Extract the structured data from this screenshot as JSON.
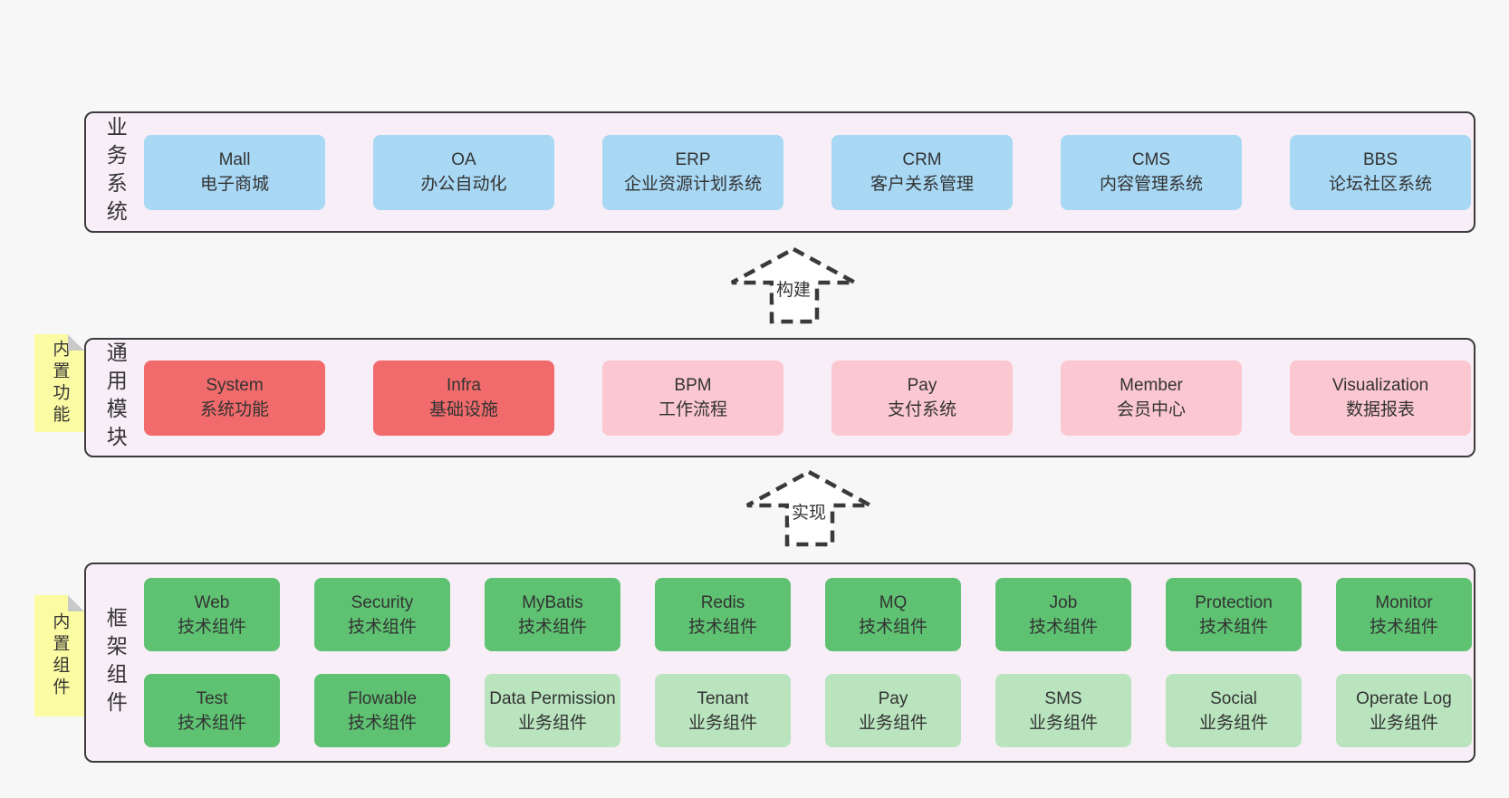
{
  "colors": {
    "page_bg": "#f7f7f7",
    "panel_bg": "#f8eef7",
    "panel_border": "#3c3c3c",
    "blue": "#a8d8f4",
    "red": "#f16b6c",
    "pink": "#fbc7d0",
    "green_dark": "#5ec272",
    "green_light": "#b9e4be",
    "yellow": "#fbfba3",
    "fold_gray": "#c9c9c9",
    "text": "#333333",
    "arrow": "#3a3a3a"
  },
  "layers": {
    "business": {
      "label": "业务系统",
      "boxes": [
        {
          "name": "Mall",
          "desc": "电子商城",
          "tone": "blue"
        },
        {
          "name": "OA",
          "desc": "办公自动化",
          "tone": "blue"
        },
        {
          "name": "ERP",
          "desc": "企业资源计划系统",
          "tone": "blue"
        },
        {
          "name": "CRM",
          "desc": "客户关系管理",
          "tone": "blue"
        },
        {
          "name": "CMS",
          "desc": "内容管理系统",
          "tone": "blue"
        },
        {
          "name": "BBS",
          "desc": "论坛社区系统",
          "tone": "blue"
        }
      ]
    },
    "arrow_build": {
      "label": "构建"
    },
    "common": {
      "label": "通用模块",
      "tab": "内置功能",
      "boxes": [
        {
          "name": "System",
          "desc": "系统功能",
          "tone": "red"
        },
        {
          "name": "Infra",
          "desc": "基础设施",
          "tone": "red"
        },
        {
          "name": "BPM",
          "desc": "工作流程",
          "tone": "pink"
        },
        {
          "name": "Pay",
          "desc": "支付系统",
          "tone": "pink"
        },
        {
          "name": "Member",
          "desc": "会员中心",
          "tone": "pink"
        },
        {
          "name": "Visualization",
          "desc": "数据报表",
          "tone": "pink"
        }
      ]
    },
    "arrow_implement": {
      "label": "实现"
    },
    "framework": {
      "label": "框架组件",
      "tab": "内置组件",
      "row1": [
        {
          "name": "Web",
          "desc": "技术组件",
          "tone": "green_dark"
        },
        {
          "name": "Security",
          "desc": "技术组件",
          "tone": "green_dark"
        },
        {
          "name": "MyBatis",
          "desc": "技术组件",
          "tone": "green_dark"
        },
        {
          "name": "Redis",
          "desc": "技术组件",
          "tone": "green_dark"
        },
        {
          "name": "MQ",
          "desc": "技术组件",
          "tone": "green_dark"
        },
        {
          "name": "Job",
          "desc": "技术组件",
          "tone": "green_dark"
        },
        {
          "name": "Protection",
          "desc": "技术组件",
          "tone": "green_dark"
        },
        {
          "name": "Monitor",
          "desc": "技术组件",
          "tone": "green_dark"
        }
      ],
      "row2": [
        {
          "name": "Test",
          "desc": "技术组件",
          "tone": "green_dark"
        },
        {
          "name": "Flowable",
          "desc": "技术组件",
          "tone": "green_dark"
        },
        {
          "name": "Data Permission",
          "desc": "业务组件",
          "tone": "green_light"
        },
        {
          "name": "Tenant",
          "desc": "业务组件",
          "tone": "green_light"
        },
        {
          "name": "Pay",
          "desc": "业务组件",
          "tone": "green_light"
        },
        {
          "name": "SMS",
          "desc": "业务组件",
          "tone": "green_light"
        },
        {
          "name": "Social",
          "desc": "业务组件",
          "tone": "green_light"
        },
        {
          "name": "Operate Log",
          "desc": "业务组件",
          "tone": "green_light"
        }
      ]
    }
  }
}
